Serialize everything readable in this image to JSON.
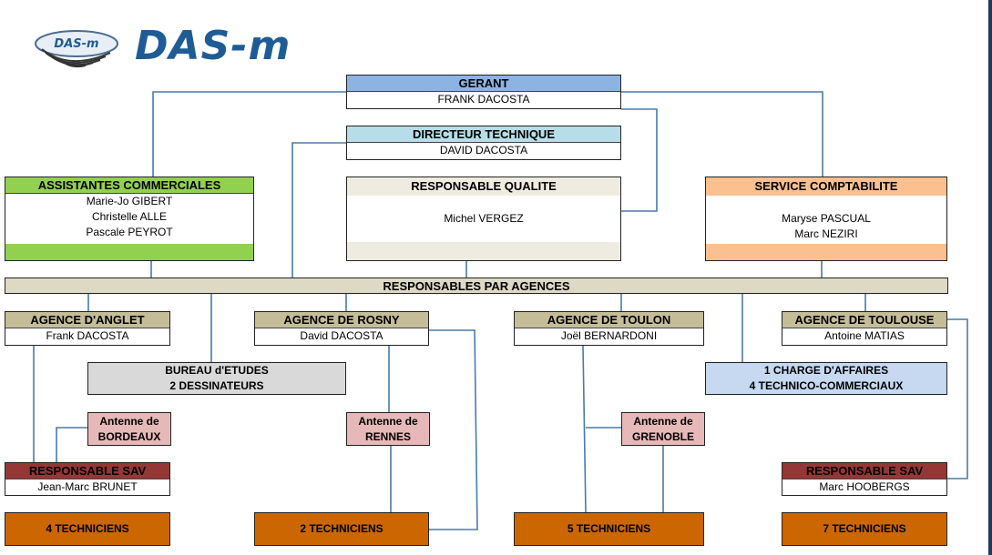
{
  "brand": {
    "name": "DAS-m",
    "logo_text": "DAS-m"
  },
  "gerant": {
    "title": "GERANT",
    "name": "FRANK DACOSTA"
  },
  "directeur": {
    "title": "DIRECTEUR TECHNIQUE",
    "name": "DAVID DACOSTA"
  },
  "qualite": {
    "title": "RESPONSABLE QUALITE",
    "name": "Michel VERGEZ"
  },
  "assistantes": {
    "title": "ASSISTANTES COMMERCIALES",
    "names": [
      "Marie-Jo GIBERT",
      "Christelle ALLE",
      "Pascale PEYROT"
    ]
  },
  "compta": {
    "title": "SERVICE COMPTABILITE",
    "names": [
      "Maryse PASCUAL",
      "Marc NEZIRI"
    ]
  },
  "agences_bar": "RESPONSABLES PAR AGENCES",
  "agences": [
    {
      "title": "AGENCE D'ANGLET",
      "name": "Frank DACOSTA"
    },
    {
      "title": "AGENCE DE ROSNY",
      "name": "David DACOSTA"
    },
    {
      "title": "AGENCE DE TOULON",
      "name": "Joël BERNARDONI"
    },
    {
      "title": "AGENCE DE TOULOUSE",
      "name": "Antoine MATIAS"
    }
  ],
  "bureau": {
    "line1": "BUREAU d'ETUDES",
    "line2": "2 DESSINATEURS"
  },
  "charge": {
    "line1": "1 CHARGE D'AFFAIRES",
    "line2": "4 TECHNICO-COMMERCIAUX"
  },
  "antennes": [
    {
      "line1": "Antenne de",
      "line2": "BORDEAUX"
    },
    {
      "line1": "Antenne de",
      "line2": "RENNES"
    },
    {
      "line1": "Antenne de",
      "line2": "GRENOBLE"
    }
  ],
  "sav": [
    {
      "title": "RESPONSABLE SAV",
      "name": "Jean-Marc BRUNET"
    },
    {
      "title": "RESPONSABLE SAV",
      "name": "Marc HOOBERGS"
    }
  ],
  "techniciens": [
    "4 TECHNICIENS",
    "2 TECHNICIENS",
    "5 TECHNICIENS",
    "7 TECHNICIENS"
  ],
  "colors": {
    "connector": "#4a7aa8",
    "gerant": "#8db3e2",
    "directeur": "#b7dde8",
    "qualite": "#eeece1",
    "assistantes": "#92d050",
    "compta": "#fac090",
    "tan": "#ddd9c4",
    "agence": "#c4bd97",
    "bureau": "#d9d9d9",
    "charge": "#c6d9f1",
    "antenne": "#e6b9b8",
    "sav": "#953735",
    "tech": "#cc6600"
  }
}
